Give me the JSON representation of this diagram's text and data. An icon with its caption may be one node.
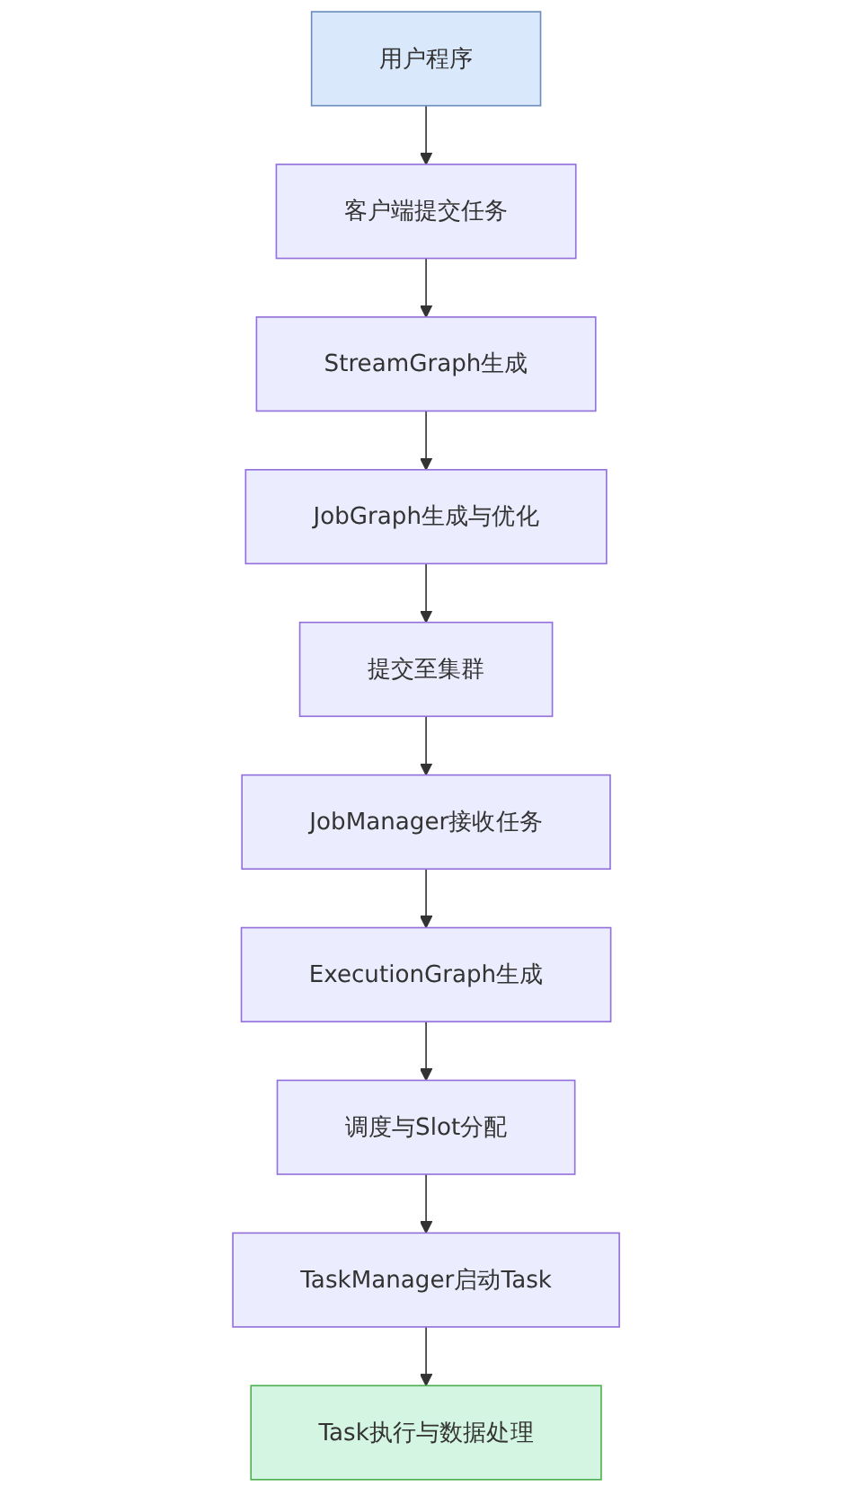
{
  "diagram": {
    "nodes": [
      {
        "text": [
          "用户程序"
        ]
      },
      {
        "text": [
          "客户端提交任务"
        ]
      },
      {
        "text": [
          "StreamGraph生成"
        ]
      },
      {
        "text": [
          "JobGraph生成与优化"
        ]
      },
      {
        "text": [
          "提交至集群"
        ]
      },
      {
        "text": [
          "JobManager接收任务"
        ]
      },
      {
        "text": [
          "ExecutionGraph生成"
        ]
      },
      {
        "text": [
          "调度与Slot分配"
        ]
      },
      {
        "text": [
          "TaskManager启动Task"
        ]
      },
      {
        "text": [
          "Task执行与数据处理"
        ]
      }
    ],
    "edges": [
      {
        "from": 0,
        "to": 1,
        "arrow": "to"
      },
      {
        "from": 1,
        "to": 2,
        "arrow": "to"
      },
      {
        "from": 2,
        "to": 3,
        "arrow": "to"
      },
      {
        "from": 3,
        "to": 4,
        "arrow": "to"
      },
      {
        "from": 4,
        "to": 5,
        "arrow": "to"
      },
      {
        "from": 5,
        "to": 6,
        "arrow": "to"
      },
      {
        "from": 6,
        "to": 7,
        "arrow": "to"
      },
      {
        "from": 7,
        "to": 8,
        "arrow": "to"
      },
      {
        "from": 8,
        "to": 9,
        "arrow": "to"
      }
    ]
  }
}
